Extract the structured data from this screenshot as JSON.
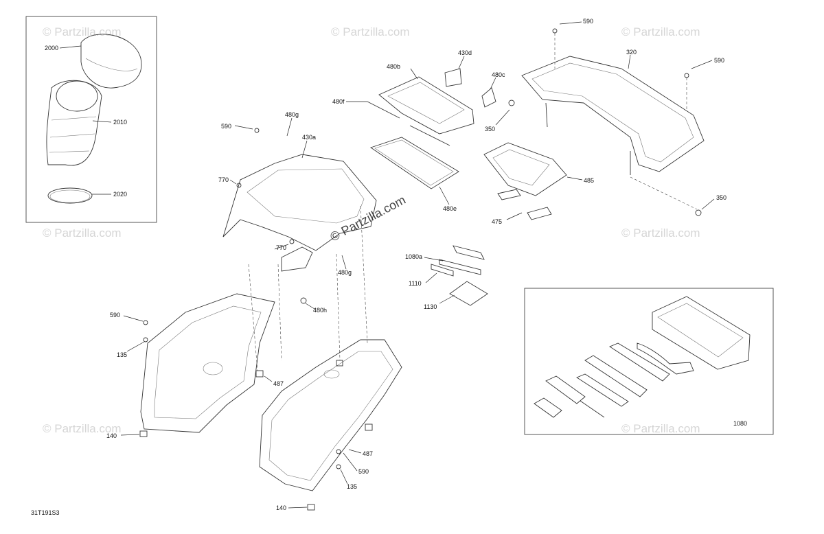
{
  "diagram": {
    "watermark": "© Partzilla.com",
    "figure_code": "31T191S3",
    "callouts": {
      "c2000": "2000",
      "c2010": "2010",
      "c2020": "2020",
      "c590_a": "590",
      "c590_b": "590",
      "c590_c": "590",
      "c590_d": "590",
      "c590_e": "590",
      "c320": "320",
      "c350_a": "350",
      "c350_b": "350",
      "c430d": "430d",
      "c480b": "480b",
      "c480c": "480c",
      "c480f": "480f",
      "c480g_a": "480g",
      "c480g_b": "480g",
      "c430a": "430a",
      "c770_a": "770",
      "c770_b": "770",
      "c480e": "480e",
      "c485": "485",
      "c475": "475",
      "c1080a": "1080a",
      "c1110": "1110",
      "c1130": "1130",
      "c480h": "480h",
      "c135_a": "135",
      "c135_b": "135",
      "c487_a": "487",
      "c487_b": "487",
      "c140_a": "140",
      "c140_b": "140",
      "c1080": "1080"
    }
  }
}
